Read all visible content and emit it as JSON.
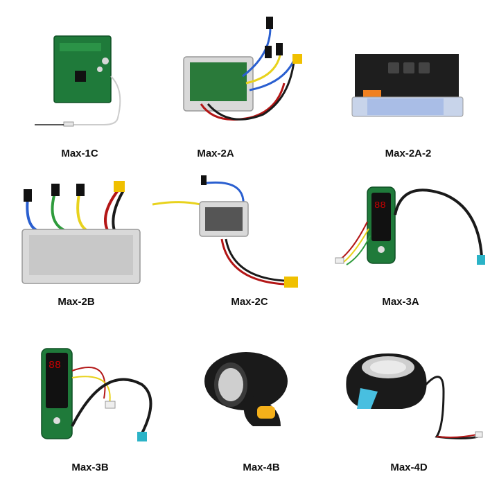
{
  "products": [
    {
      "id": "max-1c",
      "label": "Max-1C"
    },
    {
      "id": "max-2a",
      "label": "Max-2A"
    },
    {
      "id": "max-2a-2",
      "label": "Max-2A-2"
    },
    {
      "id": "max-2b",
      "label": "Max-2B"
    },
    {
      "id": "max-2c",
      "label": "Max-2C"
    },
    {
      "id": "max-3a",
      "label": "Max-3A"
    },
    {
      "id": "max-3b",
      "label": "Max-3B"
    },
    {
      "id": "max-4b",
      "label": "Max-4B"
    },
    {
      "id": "max-4d",
      "label": "Max-4D"
    }
  ],
  "colors": {
    "pcb_green": "#1f7a3a",
    "housing_gray": "#d9d9d9",
    "wire_black": "#1a1a1a",
    "wire_yellow": "#e8d21c",
    "wire_blue": "#2a5fd0",
    "wire_green": "#2e9b3c",
    "wire_red": "#b31616",
    "connector_cyan": "#2bb3c7",
    "connector_yellow": "#f0c000",
    "button_orange": "#f5b01a",
    "button_cyan": "#48bfe0"
  }
}
